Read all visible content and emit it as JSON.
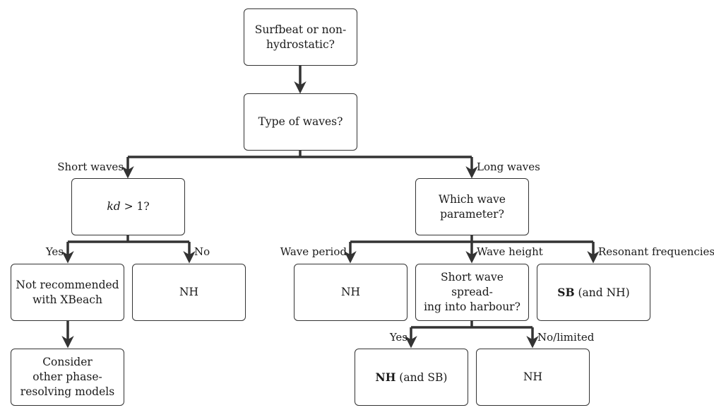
{
  "nodes": {
    "root": {
      "lines": [
        "Surfbeat or non-",
        "hydrostatic?"
      ]
    },
    "type": {
      "lines": [
        "Type of waves?"
      ]
    },
    "kd": {
      "prefix": "kd",
      "suffix": " > 1?"
    },
    "param": {
      "lines": [
        "Which wave",
        "parameter?"
      ]
    },
    "notrec": {
      "lines": [
        "Not recommended",
        "with XBeach"
      ]
    },
    "nh_short": {
      "lines": [
        "NH"
      ]
    },
    "nh_period": {
      "lines": [
        "NH"
      ]
    },
    "spread": {
      "lines": [
        "Short wave spread-",
        "ing into harbour?"
      ]
    },
    "sb": {
      "bold": "SB",
      "rest": " (and NH)"
    },
    "consider": {
      "lines": [
        "Consider",
        "other phase-",
        "resolving models"
      ]
    },
    "nh_sb": {
      "bold": "NH",
      "rest": " (and SB)"
    },
    "nh_limited": {
      "lines": [
        "NH"
      ]
    }
  },
  "edge_labels": {
    "short_waves": "Short waves",
    "long_waves": "Long waves",
    "yes_kd": "Yes",
    "no_kd": "No",
    "wave_period": "Wave period",
    "wave_height": "Wave height",
    "resonant": "Resonant frequencies",
    "yes_spread": "Yes",
    "no_limited": "No/limited"
  }
}
